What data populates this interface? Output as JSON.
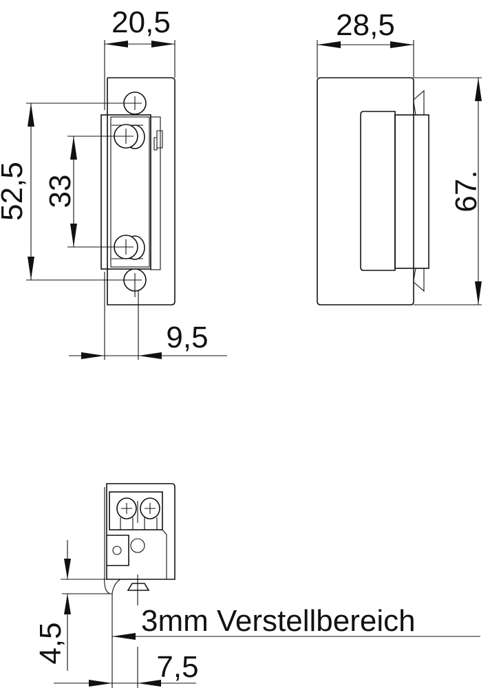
{
  "front_view": {
    "width_dim": "20,5",
    "screw_spacing_outer_dim": "52,5",
    "screw_spacing_inner_dim": "33",
    "offset_dim": "9,5"
  },
  "side_view": {
    "depth_dim": "28,5",
    "height_dim": "67."
  },
  "bottom_view": {
    "adjust_label": "3mm Verstellbereich",
    "height_dim": "4,5",
    "offset_dim": "7,5"
  }
}
